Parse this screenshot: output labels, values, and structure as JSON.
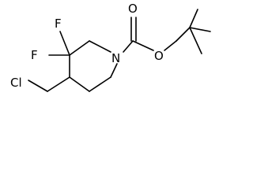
{
  "molecule": {
    "atom_labels": {
      "fluorine_top": "F",
      "fluorine_left": "F",
      "nitrogen": "N",
      "carbonyl_oxygen": "O",
      "ester_oxygen": "O",
      "chlorine": "Cl"
    },
    "colors": {
      "bond": "#000000",
      "text": "#000000",
      "background": "#ffffff"
    }
  }
}
